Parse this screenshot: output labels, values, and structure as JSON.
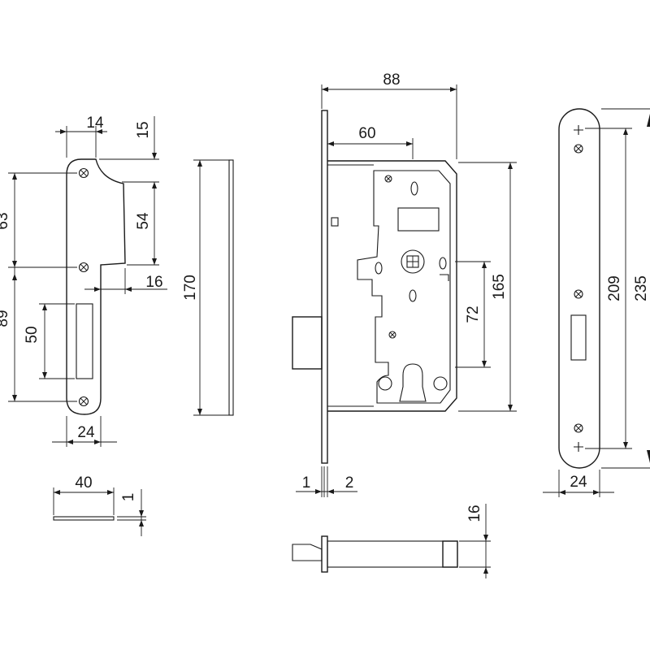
{
  "dims": {
    "strike_width_top": "14",
    "strike_top_offset": "15",
    "strike_span_63": "63",
    "strike_span_54": "54",
    "strike_lip": "16",
    "strike_span_89": "89",
    "strike_slot_50": "50",
    "strike_width_24": "24",
    "strike_length_170": "170",
    "strike_plate_40": "40",
    "strike_thickness_1": "1",
    "lock_width_88": "88",
    "backset_60": "60",
    "lock_height_165": "165",
    "lock_centers_72": "72",
    "front_thickness_1": "1",
    "front_offset_2": "2",
    "faceplate_height_209": "209",
    "faceplate_height_235": "235",
    "faceplate_width_24": "24",
    "bolt_height_16": "16"
  },
  "colors": {
    "line": "#1a1a1a",
    "background": "#ffffff"
  }
}
